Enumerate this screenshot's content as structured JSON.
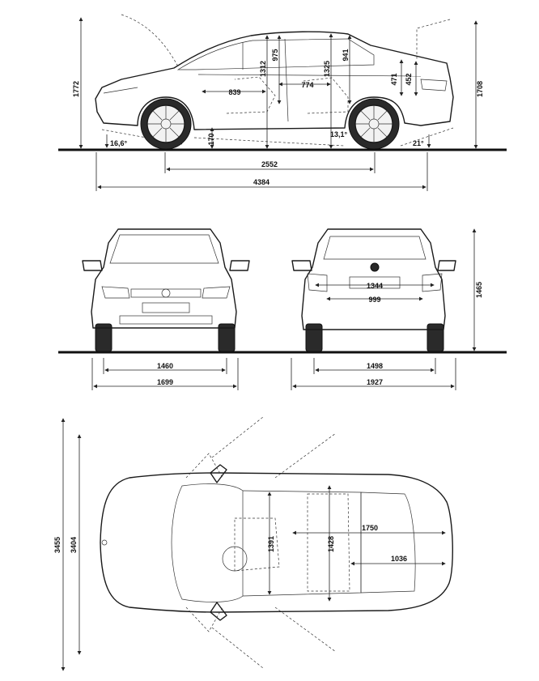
{
  "side_view": {
    "height_total": "1772",
    "height_total_right": "1708",
    "seat_height_front": "1312",
    "seat_height_rear": "1325",
    "headroom_front": "975",
    "headroom_rear": "941",
    "legroom_front": "839",
    "legroom_rear": "774",
    "trunk_height_1": "471",
    "trunk_height_2": "452",
    "ground_clearance": "170",
    "approach_angle": "16,6°",
    "ramp_angle": "13,1°",
    "departure_angle": "21°",
    "wheelbase": "2552",
    "length": "4384"
  },
  "front_rear_view": {
    "height": "1465",
    "track_front": "1460",
    "width_front": "1699",
    "track_rear": "1498",
    "width_mirrors": "1927",
    "rear_inner_width_top": "1344",
    "rear_inner_width_bottom": "999"
  },
  "top_view": {
    "length_total": "3455",
    "length_inner": "3404",
    "interior_width_front": "1391",
    "interior_width_rear": "1428",
    "interior_length": "1750",
    "trunk_length": "1036"
  }
}
